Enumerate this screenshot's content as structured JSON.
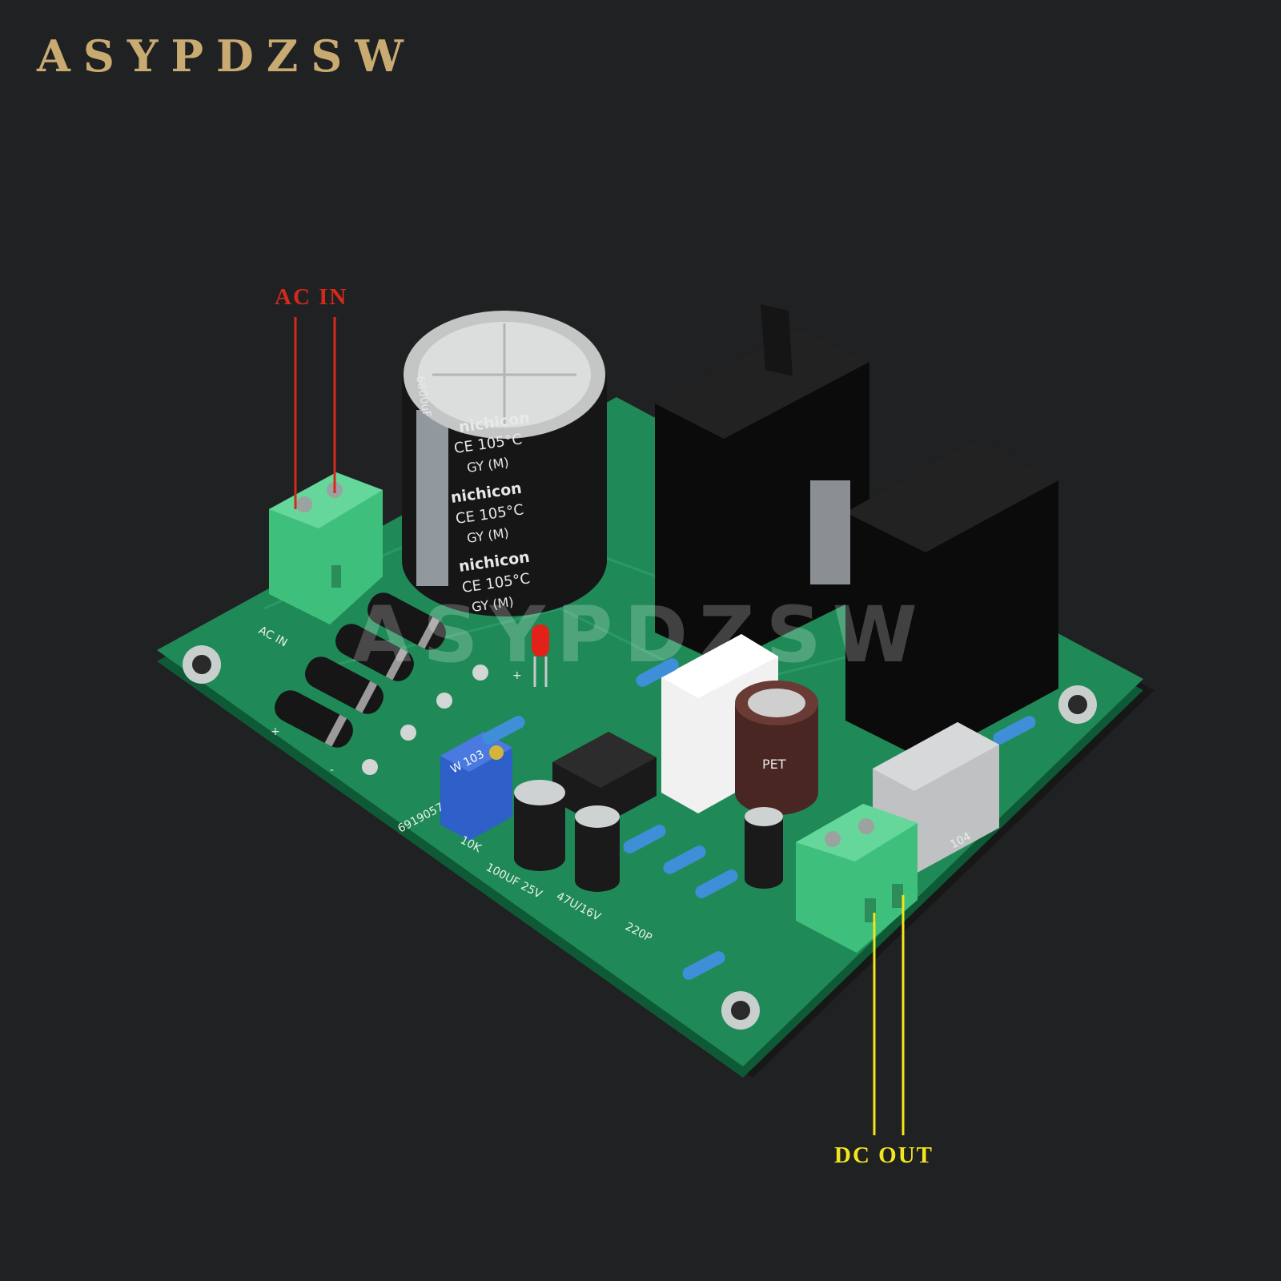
{
  "brand": {
    "name": "ASYPDZSW",
    "color": "#c9ab72"
  },
  "annotations": {
    "ac_in": {
      "label": "AC IN",
      "color": "#d42a1c"
    },
    "dc_out": {
      "label": "DC OUT",
      "color": "#f2e51c"
    }
  },
  "board": {
    "pcb_color": "#1f8a57",
    "watermark": "ASYPDZSW",
    "silkscreen": {
      "ac_in": "AC IN",
      "cap_100uf": "100UF 25V",
      "cap_47uf": "47U/16V",
      "cap_220p": "220P",
      "cap_104": "104",
      "pot_10k": "10K",
      "serial": "6919057",
      "plus": "+",
      "minus": "-"
    },
    "main_capacitor": {
      "brand": "nichicon",
      "rating": "CE 105°C",
      "series": "GY (M)",
      "capacity": "6800uF"
    },
    "film_capacitor": {
      "label": "PET"
    },
    "trimmer": {
      "label": "W 103"
    }
  }
}
